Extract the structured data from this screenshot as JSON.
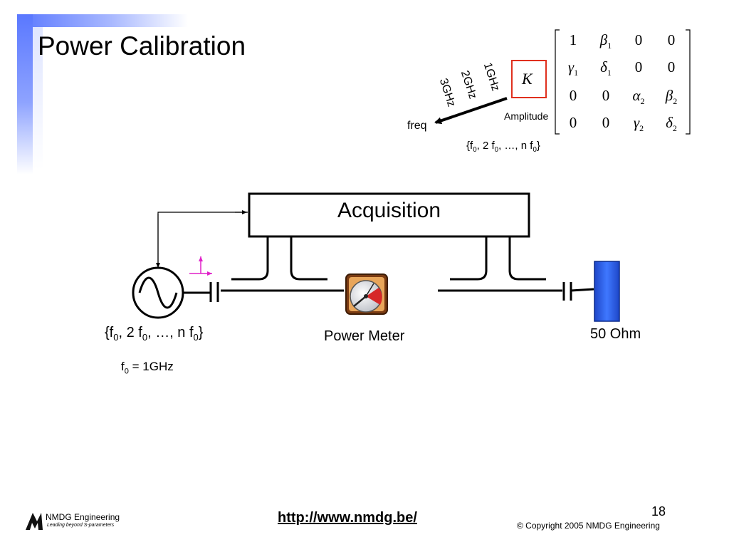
{
  "slide": {
    "title": "Power Calibration",
    "page_number": "18",
    "url": "http://www.nmdg.be/",
    "copyright": "© Copyright 2005 NMDG Engineering"
  },
  "logo": {
    "name": "NMDG Engineering",
    "tagline": "Leading beyond S-parameters"
  },
  "top_diagram": {
    "freq_labels": [
      "1GHz",
      "2GHz",
      "3GHz"
    ],
    "freq_axis_label": "freq",
    "amplitude_label": "Amplitude",
    "k_symbol": "K",
    "harmonic_set": {
      "prefix": "{f",
      "sub": "0",
      "mid1": ", 2 f",
      "mid2": ", …, n f",
      "suffix": "}"
    },
    "matrix": [
      [
        "1",
        "β1",
        "0",
        "0"
      ],
      [
        "γ1",
        "δ1",
        "0",
        "0"
      ],
      [
        "0",
        "0",
        "α2",
        "β2"
      ],
      [
        "0",
        "0",
        "γ2",
        "δ2"
      ]
    ]
  },
  "block_diagram": {
    "acquisition_label": "Acquisition",
    "source_set": {
      "prefix": "{f",
      "sub": "0",
      "mid1": ", 2 f",
      "mid2": ", …, n f",
      "suffix": "}"
    },
    "f0_label": {
      "prefix": "f",
      "sub": "0",
      "suffix": " = 1GHz"
    },
    "power_meter_label": "Power Meter",
    "load_label": "50 Ohm"
  },
  "colors": {
    "accent_blue": "#5a78ff",
    "k_box_red": "#e0301e",
    "magenta_arrow": "#e020c8",
    "load_blue": "#2d5fe0"
  }
}
